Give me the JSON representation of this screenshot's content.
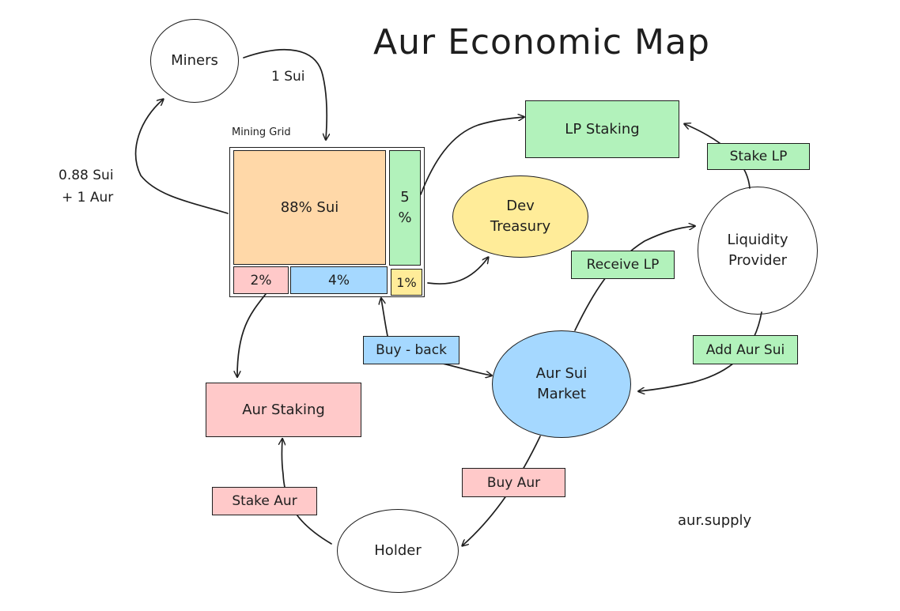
{
  "title": "Aur Economic Map",
  "footer": "aur.supply",
  "colors": {
    "sui_share": "#ffd8a8",
    "green": "#b2f2bb",
    "yellow": "#ffec99",
    "red": "#ffc9c9",
    "blue": "#a5d8ff",
    "stroke": "#1e1e1e"
  },
  "nodes": {
    "miners": "Miners",
    "dev_treasury": "Dev\nTreasury",
    "liquidity_provider": "Liquidity\nProvider",
    "market": "Aur Sui\nMarket",
    "holder": "Holder",
    "lp_staking": "LP Staking",
    "aur_staking": "Aur Staking"
  },
  "mining_grid": {
    "label": "Mining Grid",
    "sui": "88% Sui",
    "lp_share_top": "5",
    "lp_share_bottom": "%",
    "treasury_share": "1%",
    "staking_share": "2%",
    "buyback_share": "4%"
  },
  "flows": {
    "one_sui": "1 Sui",
    "miner_reward_line1": "0.88 Sui",
    "miner_reward_line2": "+ 1 Aur",
    "stake_lp": "Stake LP",
    "receive_lp": "Receive LP",
    "add_aur_sui": "Add Aur Sui",
    "buy_back": "Buy - back",
    "buy_aur": "Buy Aur",
    "stake_aur": "Stake Aur"
  }
}
